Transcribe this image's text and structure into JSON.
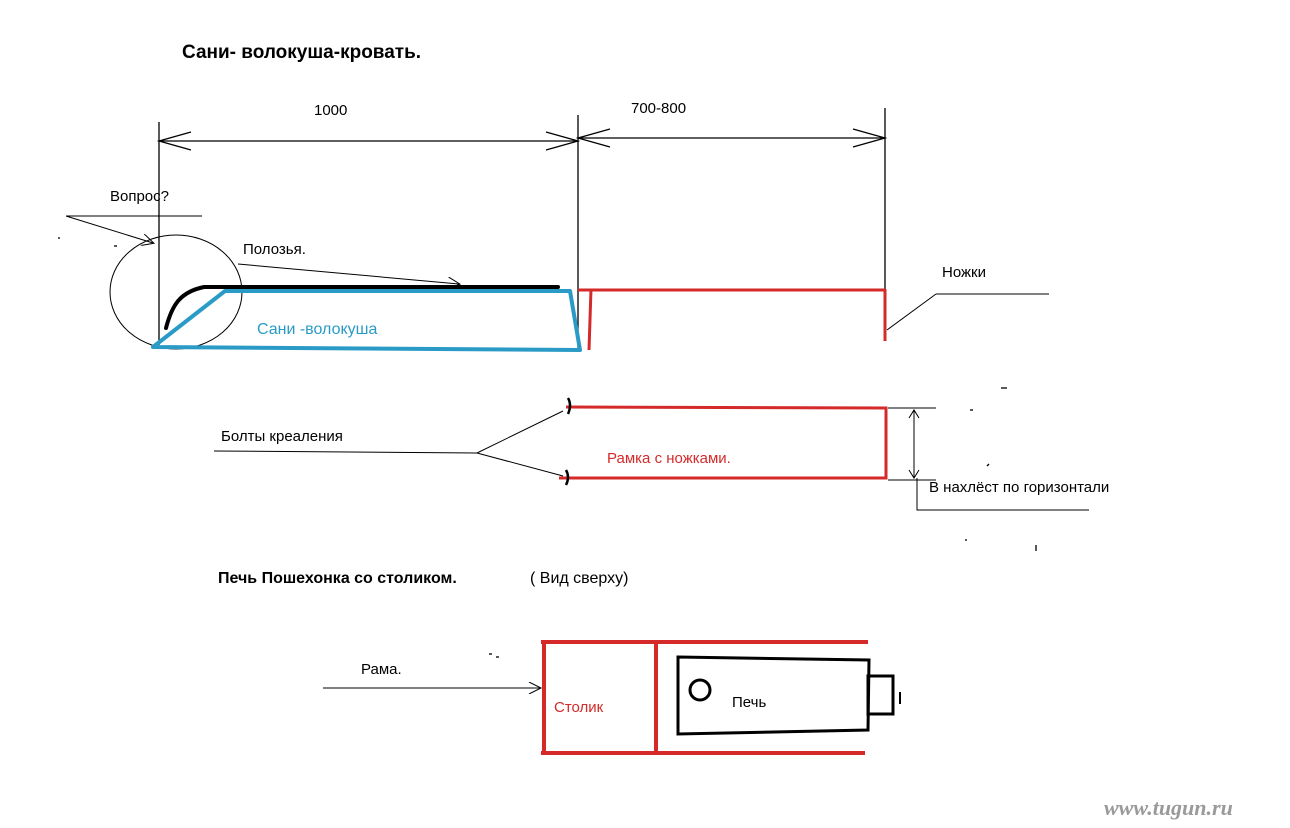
{
  "diagram": {
    "title": "Сани- волокуша-кровать.",
    "dimensions": {
      "left": "1000",
      "right": "700-800"
    },
    "labels": {
      "question": "Вопрос?",
      "runners": "Полозья.",
      "sled": "Сани -волокуша",
      "legs": "Ножки",
      "bolts": "Болты креаления",
      "frame_with_legs": "Рамка с ножками.",
      "overlap": "В нахлёст по горизонтали"
    },
    "stove_section": {
      "title": "Печь Пошехонка со столиком.",
      "view_note": "( Вид сверху)",
      "frame": "Рама.",
      "table": "Столик",
      "stove": "Печь"
    },
    "watermark": "www.tugun.ru",
    "colors": {
      "ink": "#000000",
      "sled": "#2a9bc7",
      "frame": "#d42a2a",
      "watermark": "#9a9a9a"
    }
  }
}
